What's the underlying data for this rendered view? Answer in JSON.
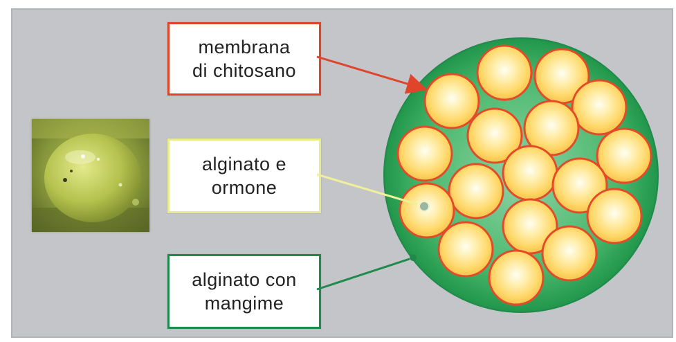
{
  "labels": {
    "membrane": {
      "line1": "membrana",
      "line2": "di chitosano",
      "color": "#e0442a"
    },
    "hormone": {
      "line1": "alginato e",
      "line2": "ormone",
      "color": "#e8ec8c"
    },
    "feed": {
      "line1": "alginato con",
      "line2": "mangime",
      "color": "#1f8a4c"
    }
  },
  "colors": {
    "background_panel": "#c4c5c9",
    "capsule_matrix": "#2da852",
    "bead_fill": "#ffd86a",
    "bead_border": "#e34a2a"
  },
  "photo": {
    "subject": "seed-capsule-photo"
  }
}
